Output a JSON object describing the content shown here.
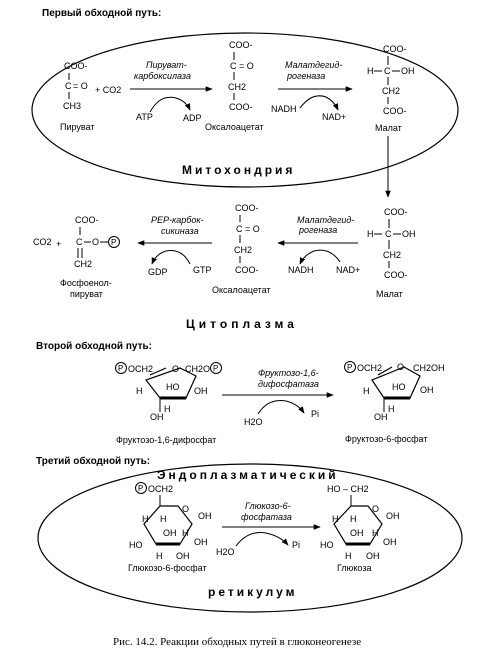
{
  "section_titles": {
    "first": "Первый обходной путь:",
    "second": "Второй обходной путь:",
    "third": "Третий обходной путь:"
  },
  "compartments": {
    "mitochondria": "Митохондрия",
    "cytoplasm": "Цитоплазма",
    "er_top": "Эндоплазматический",
    "er_bottom": "ретикулум"
  },
  "pathway1": {
    "pyruvate": {
      "coo": "COO-",
      "c": "C",
      "o": "= O",
      "ch3": "CH3",
      "name": "Пируват"
    },
    "co2_plus": "+ CO2",
    "enzyme_pc_1": "Пируват-",
    "enzyme_pc_2": "карбоксилаза",
    "atp": "ATP",
    "adp": "ADP",
    "oaa_mito": {
      "coo_top": "COO-",
      "c": "C = O",
      "ch2": "CH2",
      "coo_bottom": "COO-",
      "name": "Оксалоацетат"
    },
    "enzyme_mdh_1": "Малатдегид-",
    "enzyme_mdh_2": "рогеназа",
    "nadh": "NADH",
    "nad": "NAD+",
    "malate_mito": {
      "coo_top": "COO-",
      "h": "H",
      "c": "C",
      "oh": "OH",
      "ch2": "CH2",
      "coo_bottom": "COO-",
      "name": "Малат"
    },
    "malate_cyto": {
      "coo_top": "COO-",
      "h": "H",
      "c": "C",
      "oh": "OH",
      "ch2": "CH2",
      "coo_bottom": "COO-",
      "name": "Малат"
    },
    "enzyme_mdh2_1": "Малатдегид-",
    "enzyme_mdh2_2": "рогеназа",
    "nadh2": "NADH",
    "nad2": "NAD+",
    "oaa_cyto": {
      "coo_top": "COO-",
      "c": "C = O",
      "ch2": "CH2",
      "coo_bottom": "COO-",
      "name": "Оксалоацетат"
    },
    "enzyme_pepck_1": "PEP-карбок-",
    "enzyme_pepck_2": "сикиназа",
    "gdp": "GDP",
    "gtp": "GTP",
    "pep": {
      "co2": "CO2",
      "plus": "+",
      "coo": "COO-",
      "c": "C",
      "o": "O",
      "p": "P",
      "ch2": "CH2",
      "name_1": "Фосфоенол-",
      "name_2": "пируват"
    }
  },
  "pathway2": {
    "substrate_name": "Фруктозо-1,6-дифосфат",
    "product_name": "Фруктозо-6-фосфат",
    "enzyme_1": "Фруктозо-1,6-",
    "enzyme_2": "дифосфатаза",
    "water": "H2O",
    "pi": "Pi",
    "p_label": "P",
    "och2": "OCH2",
    "ch2o": "CH2O",
    "ch2oh": "CH2OH",
    "ho": "HO",
    "oh": "OH",
    "h": "H",
    "o": "O"
  },
  "pathway3": {
    "substrate_name": "Глюкозо-6-фосфат",
    "product_name": "Глюкоза",
    "enzyme_1": "Глюкозо-6-",
    "enzyme_2": "фосфатаза",
    "water": "H2O",
    "pi": "Pi",
    "p_label": "P",
    "och2": "OCH2",
    "ho_ch2": "HO – CH2",
    "oh": "OH",
    "ho": "HO",
    "h": "H",
    "o": "O"
  },
  "caption": "Рис. 14.2. Реакции обходных путей в глюконеогенезе"
}
